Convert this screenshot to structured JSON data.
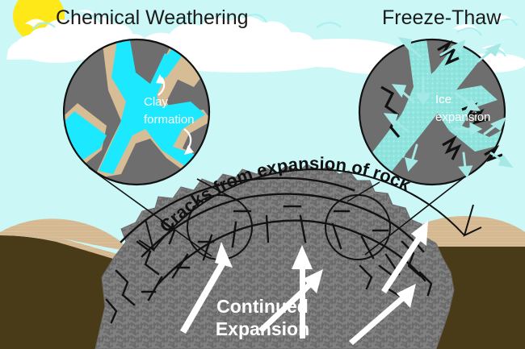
{
  "figure": {
    "background_color": "#ccf7f7",
    "titles": {
      "left": "Chemical Weathering",
      "right": "Freeze-Thaw"
    },
    "arc_label": "Cracks from expansion of rock",
    "bottom_label_line1": "Continued",
    "bottom_label_line2": "Expansion",
    "callouts": {
      "left_circle": {
        "label_line1": "Clay",
        "label_line2": "formation",
        "rock_color": "#6e6e6e",
        "clay_color": "#d6bd96",
        "water_color": "#1ce8ff"
      },
      "right_circle": {
        "label_line1": "Ice",
        "label_line2": "expansion",
        "rock_color": "#6e6e6e",
        "ice_color": "#8ee6e0",
        "arrow_color": "#8ee6e0",
        "crack_color": "#000000"
      }
    },
    "scene": {
      "sky_color": "#ccf7f7",
      "cloud_color": "#ffffff",
      "sun_color": "#ffe817",
      "rock_color": "#808080",
      "rock_texture_color": "#6e6e6e",
      "crack_color": "#000000",
      "soil_color": "#4a3b18",
      "sand_color": "#d8bd97",
      "arrow_color": "#ffffff"
    },
    "icons": {
      "sun": "sun-icon",
      "cloud": "cloud-icon",
      "magnifier_left": "magnifier-circle-icon",
      "magnifier_right": "magnifier-circle-icon",
      "expansion_arrow": "arrow-up-icon"
    }
  }
}
